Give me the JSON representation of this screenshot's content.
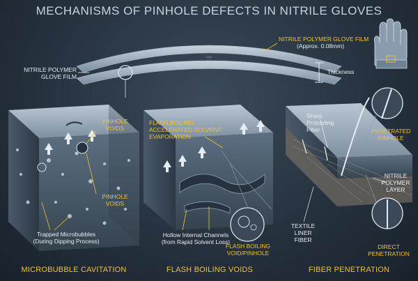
{
  "title": "MECHANISMS OF PINHOLE DEFECTS IN NITRILE GLOVES",
  "top": {
    "film_label": [
      "NITRILE POLYMER GLOVE FILM",
      "(Approx. 0.08mm)"
    ],
    "left_label": [
      "NITRILE POLYMER",
      "GLOVE FILM"
    ],
    "thickness": "Thickness"
  },
  "panels": [
    {
      "caption": "MICROBUBBLE CAVITATION",
      "labels": {
        "pinhole_voids_top": [
          "PINHOLE",
          "VOIDS"
        ],
        "pinhole_voids_bottom": [
          "PINHOLE",
          "VOIDS"
        ],
        "microbubbles": [
          "Trapped Microbubbles",
          "(During Dipping Process)"
        ]
      }
    },
    {
      "caption": "FLASH BOILING VOIDS",
      "labels": {
        "flash_boiling": [
          "FLASH BOILING:",
          "ACCELERATED SOLVENT",
          "EVAPORATION"
        ],
        "channels": [
          "Hollow Internal Channels",
          "(from Rapid Solvent Loss)"
        ],
        "void": [
          "FLASH BOILING",
          "VOID/PINHOLE"
        ]
      }
    },
    {
      "caption": "FIBER PENETRATION",
      "labels": {
        "sharp_fiber": [
          "Sharp",
          "Protruding",
          "Fiber"
        ],
        "penetrated": [
          "PENETRATED",
          "PINHOLE"
        ],
        "nitrile_layer": [
          "NITRILE",
          "POLYMER",
          "LAYER"
        ],
        "textile": [
          "TEXTILE",
          "LINER",
          "FIBER"
        ],
        "direct": [
          "DIRECT",
          "PENETRATION"
        ]
      }
    }
  ],
  "colors": {
    "accent": "#f2c230",
    "text": "#e6ecf1",
    "background": "#26323f"
  },
  "icons": [
    "glove-icon",
    "arrow-up-icon",
    "magnifier-icon"
  ]
}
